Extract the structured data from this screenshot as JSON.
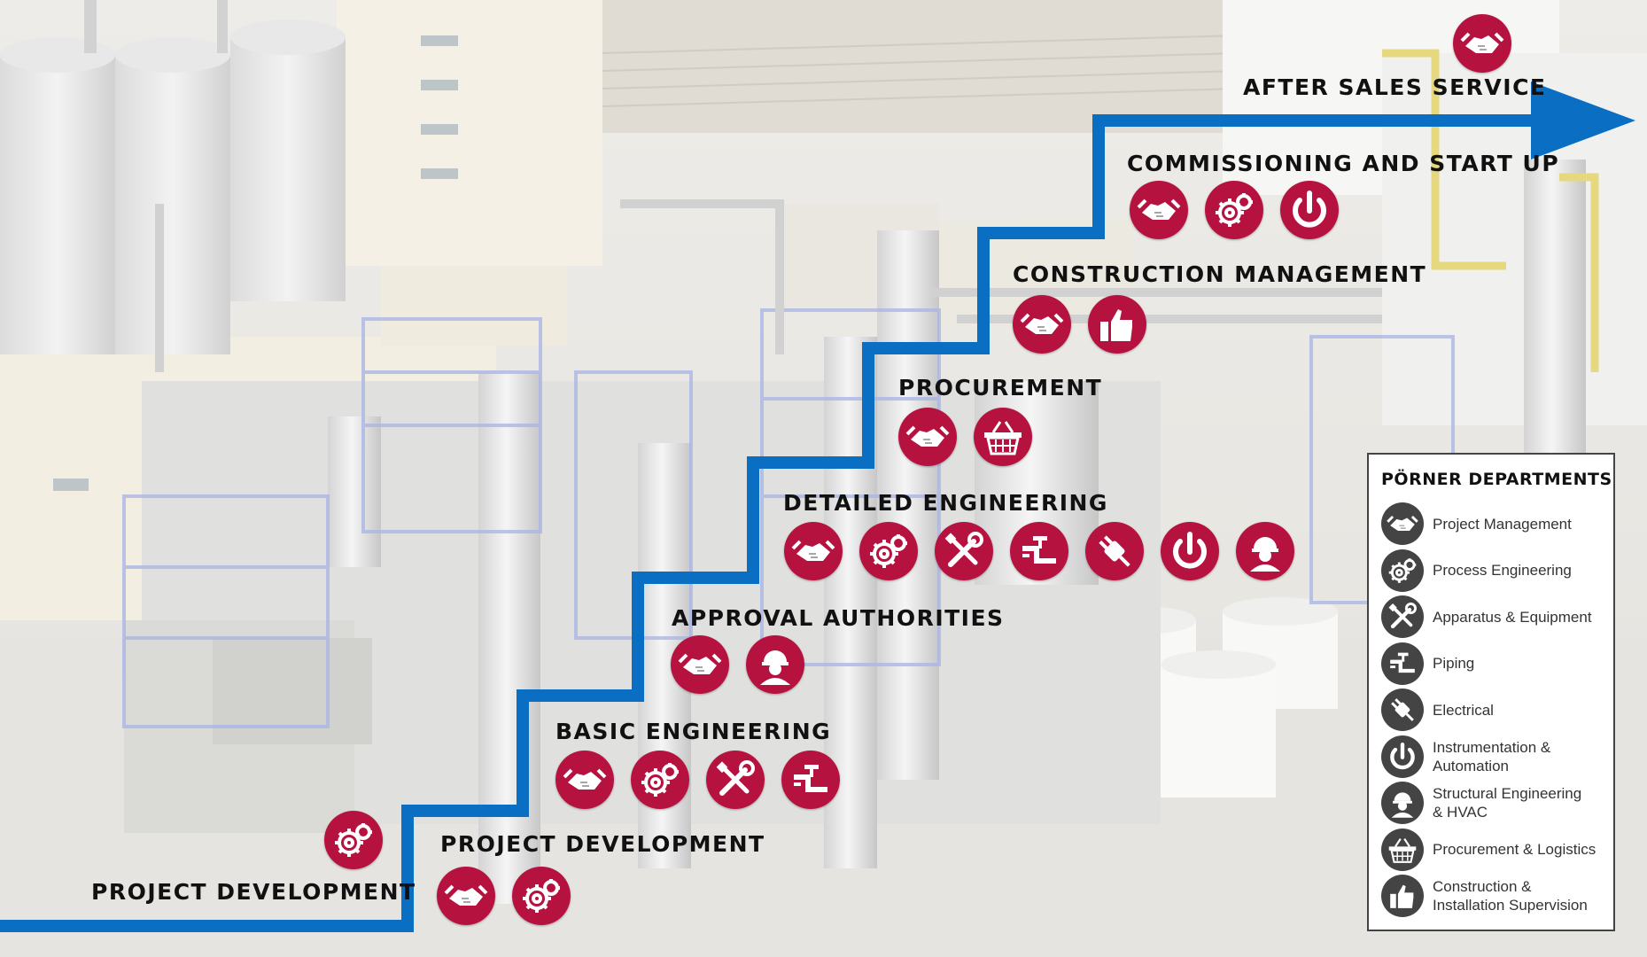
{
  "stages": [
    {
      "label": "PROJECT DEVELOPMENT",
      "icons": [
        "process-engineering"
      ]
    },
    {
      "label": "PROJECT DEVELOPMENT",
      "icons": [
        "project-management",
        "process-engineering"
      ]
    },
    {
      "label": "BASIC ENGINEERING",
      "icons": [
        "project-management",
        "process-engineering",
        "apparatus-equipment",
        "piping"
      ]
    },
    {
      "label": "APPROVAL AUTHORITIES",
      "icons": [
        "project-management",
        "structural-engineering"
      ]
    },
    {
      "label": "DETAILED ENGINEERING",
      "icons": [
        "project-management",
        "process-engineering",
        "apparatus-equipment",
        "piping",
        "electrical",
        "instrumentation-automation",
        "structural-engineering"
      ]
    },
    {
      "label": "PROCUREMENT",
      "icons": [
        "project-management",
        "procurement-logistics"
      ]
    },
    {
      "label": "CONSTRUCTION MANAGEMENT",
      "icons": [
        "project-management",
        "construction-supervision"
      ]
    },
    {
      "label": "COMMISSIONING AND START UP",
      "icons": [
        "project-management",
        "process-engineering",
        "instrumentation-automation"
      ]
    },
    {
      "label": "AFTER SALES SERVICE",
      "icons": [
        "project-management"
      ]
    }
  ],
  "legend": {
    "title": "PÖRNER DEPARTMENTS",
    "items": [
      {
        "icon": "project-management",
        "label": "Project Management"
      },
      {
        "icon": "process-engineering",
        "label": "Process Engineering"
      },
      {
        "icon": "apparatus-equipment",
        "label": "Apparatus & Equipment"
      },
      {
        "icon": "piping",
        "label": "Piping"
      },
      {
        "icon": "electrical",
        "label": "Electrical"
      },
      {
        "icon": "instrumentation-automation",
        "label": "Instrumentation &\nAutomation"
      },
      {
        "icon": "structural-engineering",
        "label": "Structural Engineering\n& HVAC"
      },
      {
        "icon": "procurement-logistics",
        "label": "Procurement & Logistics"
      },
      {
        "icon": "construction-supervision",
        "label": "Construction &\nInstallation Supervision"
      }
    ]
  },
  "colors": {
    "accent": "#b5123f",
    "arrow": "#0a6fc2",
    "legend_icon": "#444444",
    "background_photo_tint": "#d9d4cc"
  }
}
